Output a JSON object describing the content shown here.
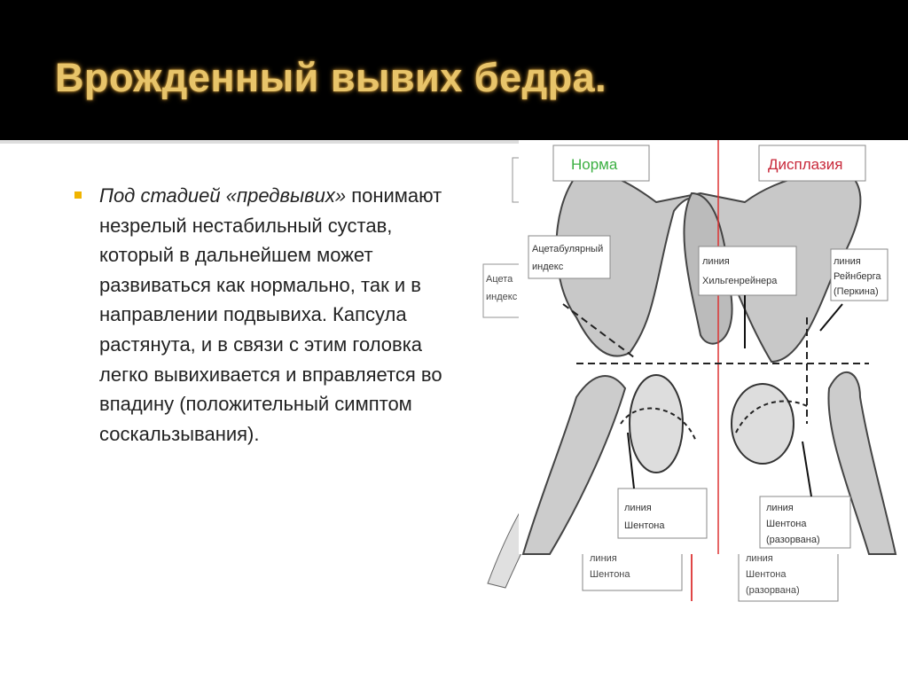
{
  "slide": {
    "title": "Врожденный вывих бедра.",
    "bullet": {
      "italic": "Под стадией «предвывих»",
      "text": " понимают незрелый нестабильный сустав, который в дальнейшем может развиваться как нормально, так и в направлении подвывиха. Капсула растянута, и в связи с этим головка легко вывихивается и вправляется во впадину (положительный симптом соскальзывания)."
    },
    "accent_color": "#e8c46a",
    "bullet_color": "#f0b400"
  },
  "figure": {
    "label_norm": "Норма",
    "label_dysplasia": "Дисплазия",
    "label_acetabular_1": "Ацетабулярный",
    "label_acetabular_2": "индекс",
    "label_hilgenreiner_1": "линия",
    "label_hilgenreiner_2": "Хильгенрейнера",
    "label_reinberg_1": "линия",
    "label_reinberg_2": "Рейнберга",
    "label_reinberg_3": "(Перкина)",
    "label_shenton_left_1": "линия",
    "label_shenton_left_2": "Шентона",
    "label_shenton_right_1": "линия",
    "label_shenton_right_2": "Шентона",
    "label_shenton_right_3": "(разорвана)",
    "back_acetabular_1": "Ацета",
    "back_acetabular_2": "индекс",
    "norm_color": "#3cb043",
    "dysplasia_color": "#c8283a"
  }
}
